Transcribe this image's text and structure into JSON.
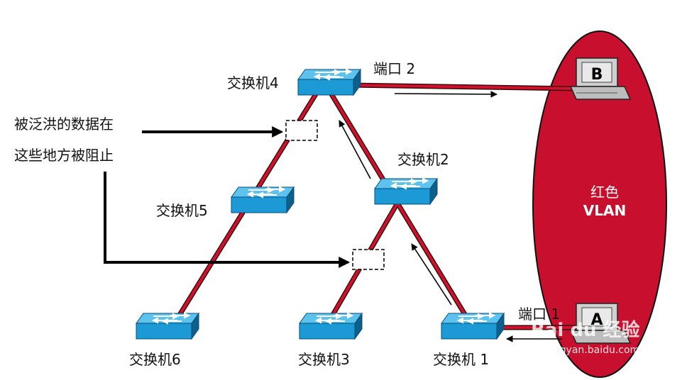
{
  "switches": {
    "s4": {
      "label": "交换机4"
    },
    "s2": {
      "label": "交换机2"
    },
    "s5": {
      "label": "交换机5"
    },
    "s6": {
      "label": "交换机6"
    },
    "s3": {
      "label": "交换机3"
    },
    "s1": {
      "label": "交换机 1"
    }
  },
  "ports": {
    "p2": {
      "label": "端口 2"
    },
    "p1": {
      "label": "端口 1"
    }
  },
  "hosts": {
    "b": {
      "label": "B"
    },
    "a": {
      "label": "A"
    }
  },
  "vlan": {
    "line1": "红色",
    "line2": "VLAN",
    "color": "#c8102e"
  },
  "note": {
    "line1": "被泛洪的数据在",
    "line2": "这些地方被阻止"
  },
  "watermark": {
    "line1": "Bai du 经验",
    "line2": "jingyan.baidu.com"
  },
  "colors": {
    "link_red": "#c8102e",
    "switch_face": "#1b9ad6",
    "switch_dark": "#0d5f8c"
  }
}
